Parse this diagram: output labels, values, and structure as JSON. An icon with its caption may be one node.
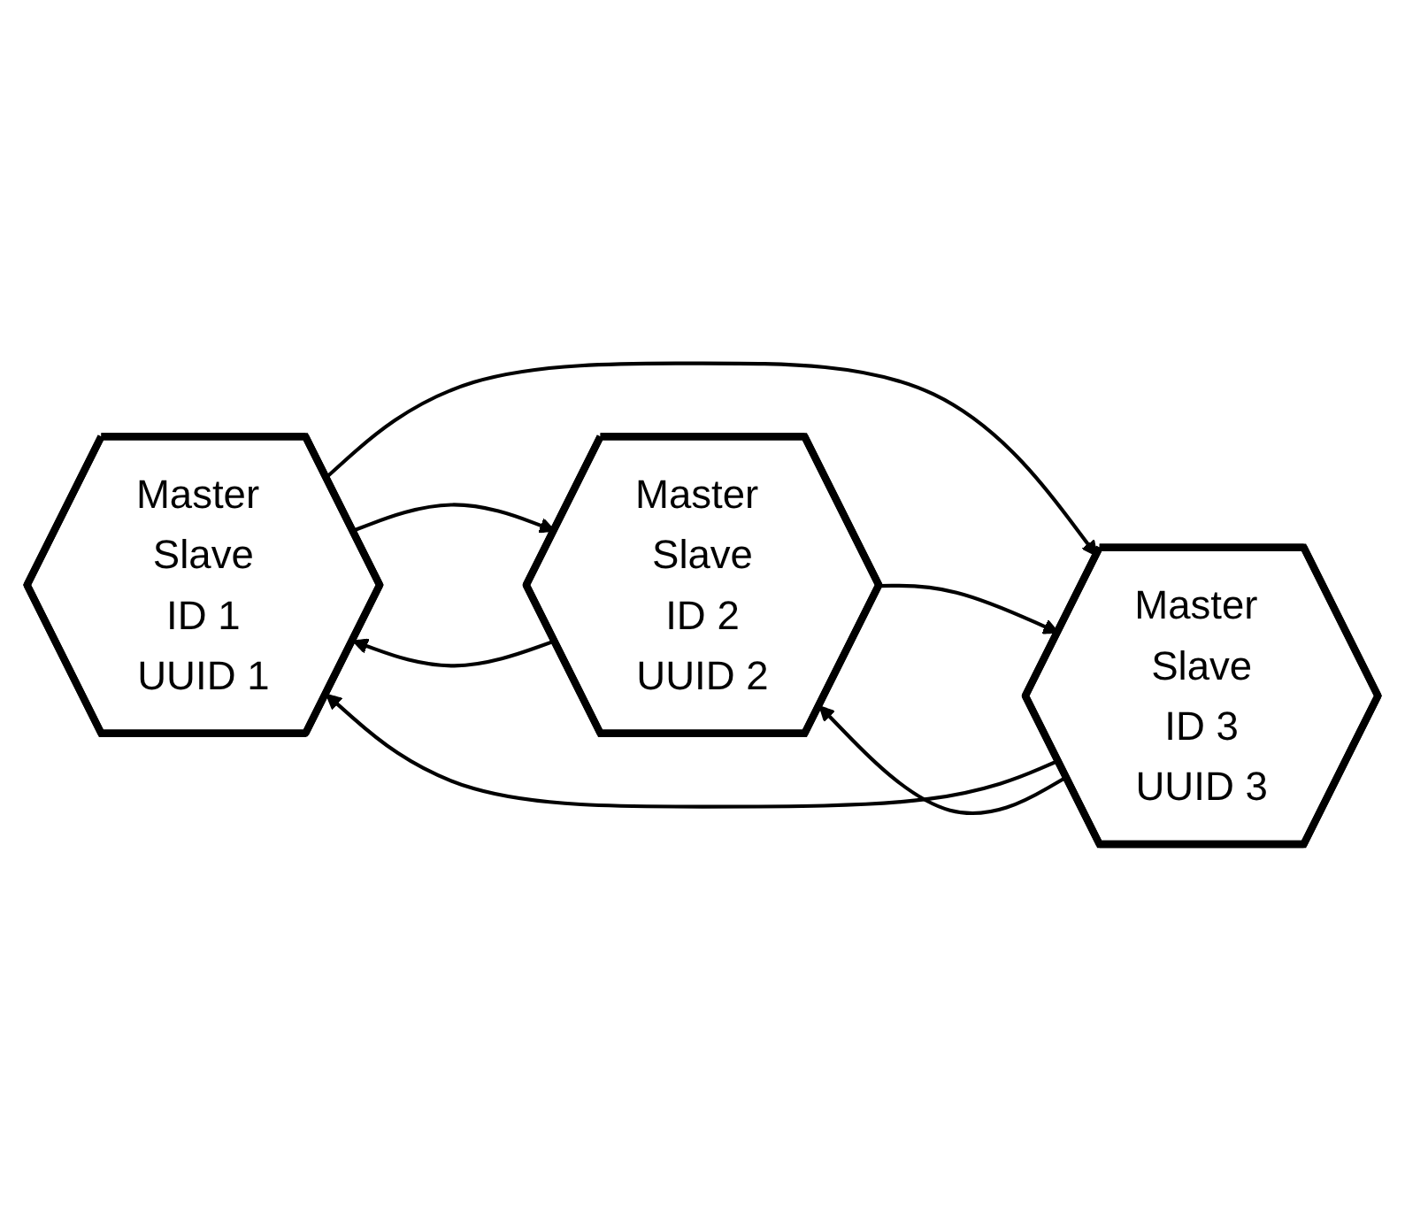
{
  "diagram": {
    "nodes": [
      {
        "text": [
          "Master Slave",
          "ID 1",
          "UUID 1"
        ]
      },
      {
        "text": [
          "Master Slave",
          "ID 2",
          "UUID 2"
        ]
      },
      {
        "text": [
          "Master Slave",
          "ID 3",
          "UUID 3"
        ]
      }
    ],
    "edges": [
      {
        "from": 0,
        "to": 1,
        "arrow": "to"
      },
      {
        "from": 1,
        "to": 0,
        "arrow": "to"
      },
      {
        "from": 2,
        "to": 0,
        "arrow": "to"
      },
      {
        "from": 0,
        "to": 2,
        "arrow": "to"
      },
      {
        "from": 2,
        "to": 1,
        "arrow": "to"
      },
      {
        "from": 1,
        "to": 2,
        "arrow": "to"
      }
    ]
  }
}
